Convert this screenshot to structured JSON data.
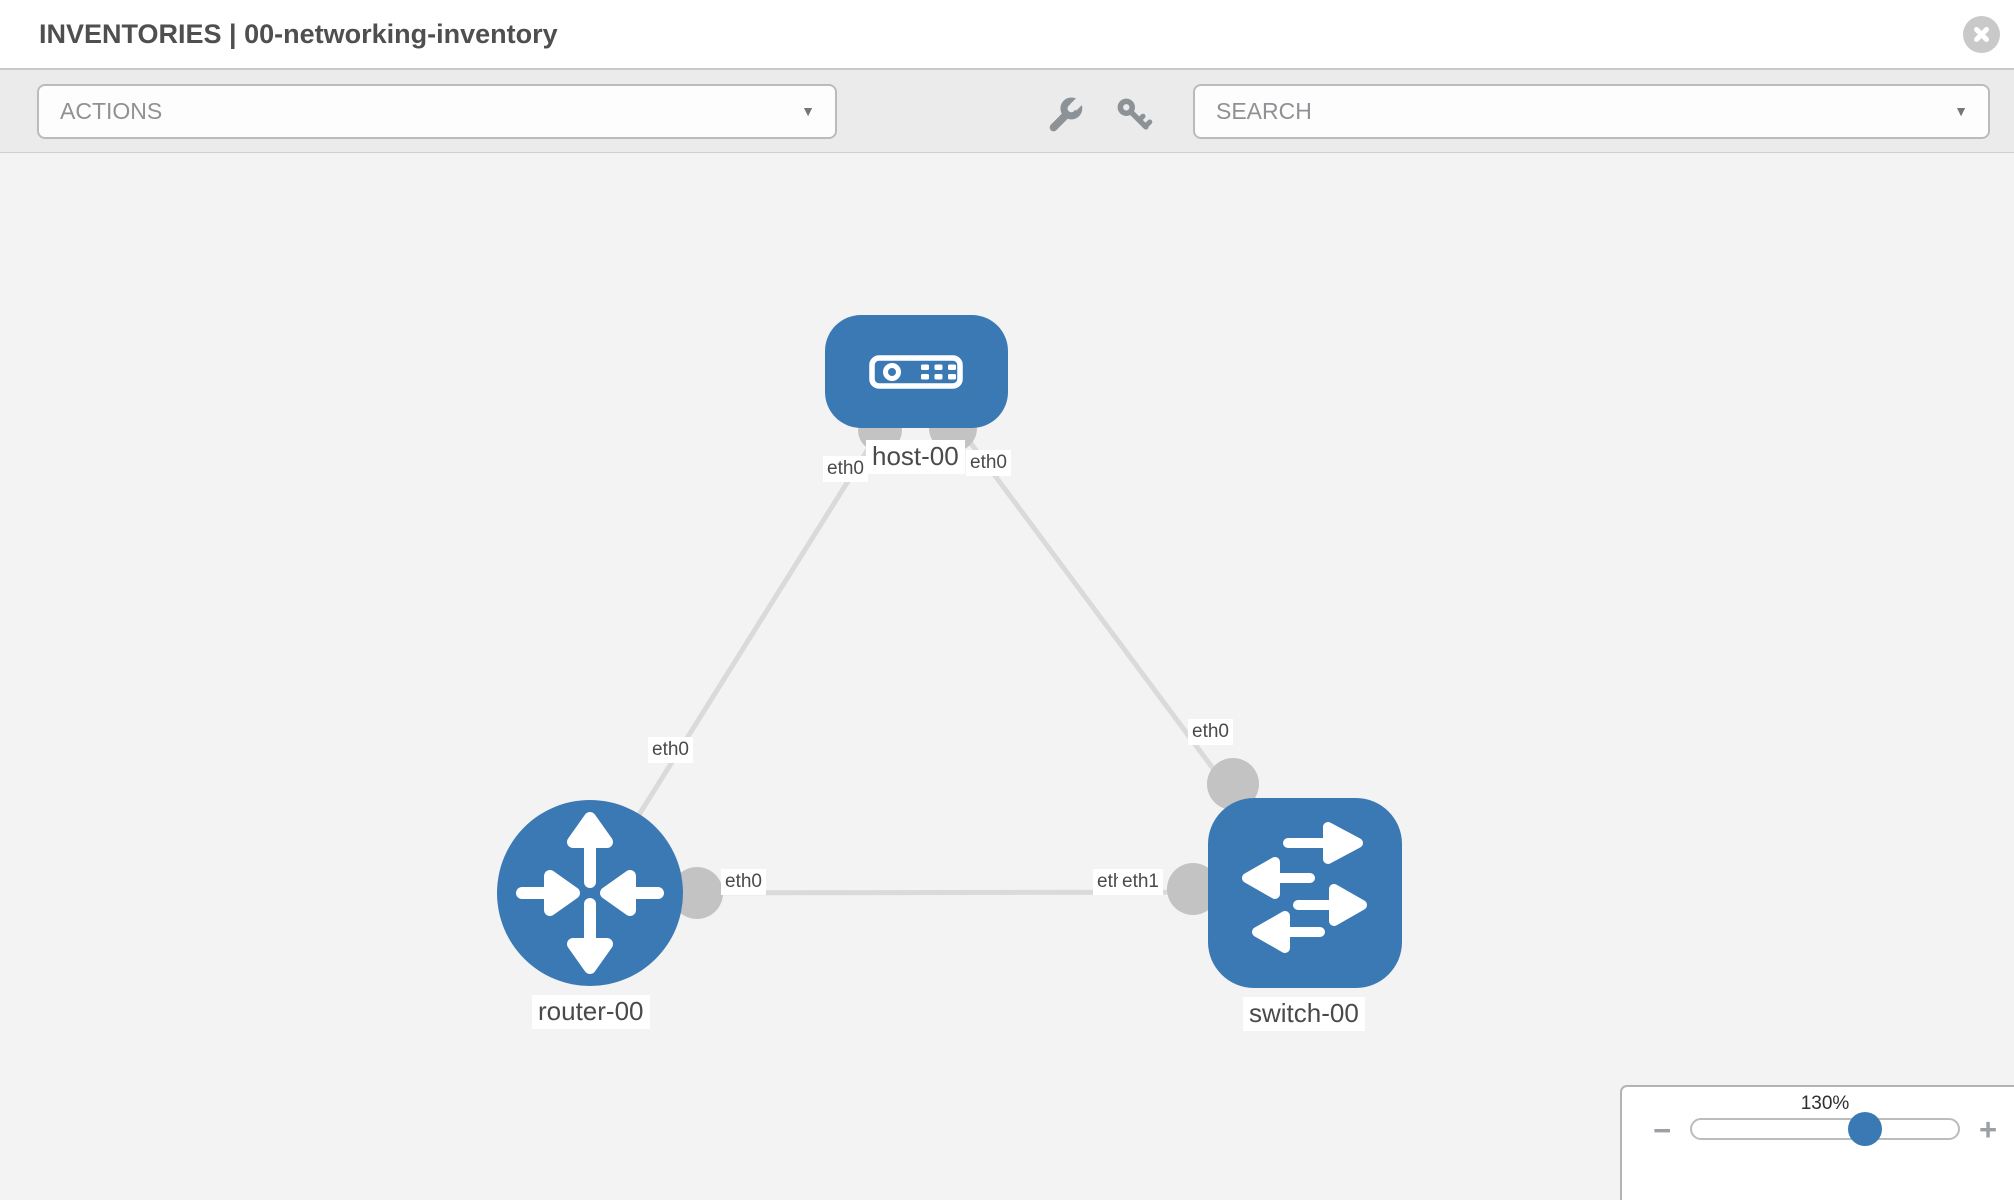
{
  "header": {
    "title": "INVENTORIES | 00-networking-inventory"
  },
  "toolbar": {
    "actions_placeholder": "ACTIONS",
    "search_placeholder": "SEARCH",
    "caret_glyph": "▼"
  },
  "diagram": {
    "nodes": [
      {
        "id": "host-00",
        "label": "host-00",
        "type": "host"
      },
      {
        "id": "router-00",
        "label": "router-00",
        "type": "router"
      },
      {
        "id": "switch-00",
        "label": "switch-00",
        "type": "switch"
      }
    ],
    "links": [
      {
        "from": "host-00",
        "to": "router-00",
        "from_interface": "eth0",
        "to_interface": "eth0"
      },
      {
        "from": "host-00",
        "to": "switch-00",
        "from_interface": "eth0",
        "to_interface": "eth0"
      },
      {
        "from": "router-00",
        "to": "switch-00",
        "from_interface": "eth0",
        "to_interface_labels": [
          "eth1",
          "eth1"
        ]
      }
    ]
  },
  "zoom_control": {
    "level": "130%",
    "minus_glyph": "−",
    "plus_glyph": "+"
  },
  "colors": {
    "node_blue": "#3b79b4",
    "link_gray": "#dadada",
    "dot_gray": "#c3c3c3",
    "toolbar_bg": "#ebebeb",
    "canvas_bg": "#f3f3f4"
  }
}
